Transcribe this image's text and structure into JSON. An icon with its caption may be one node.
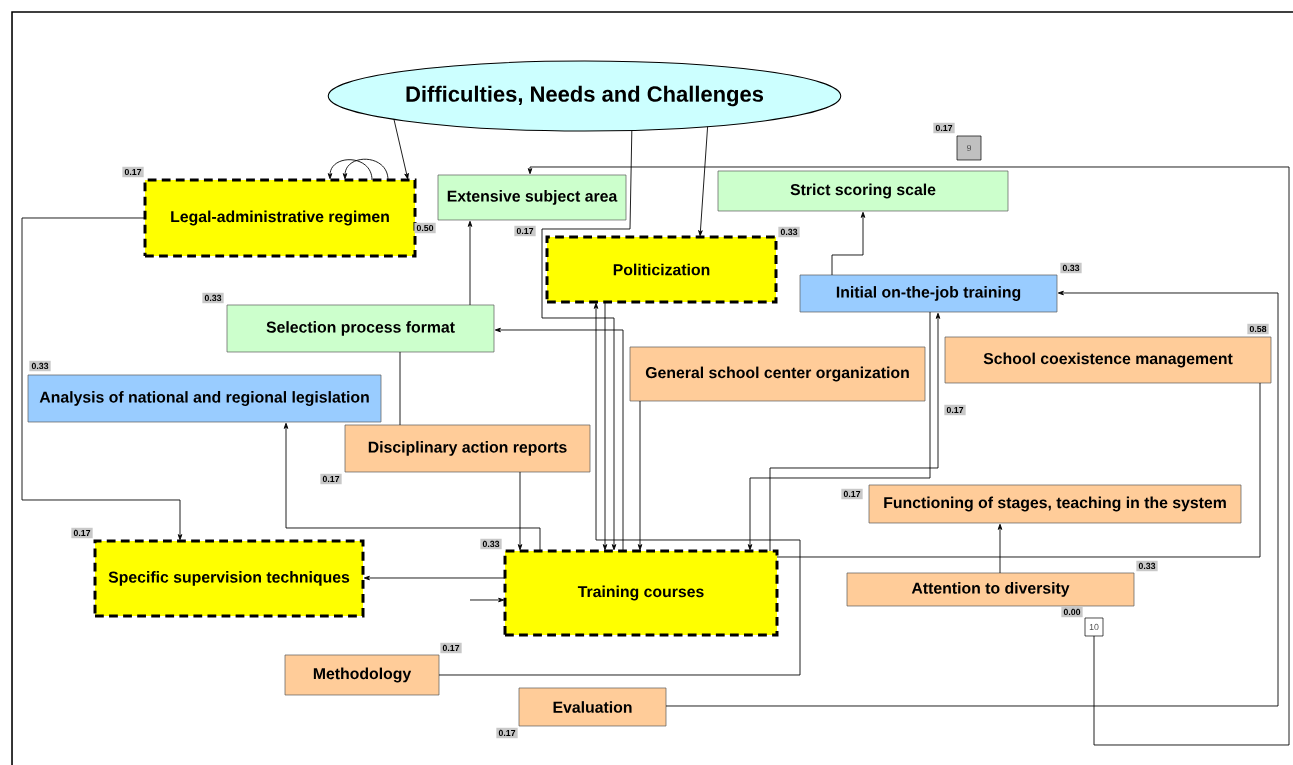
{
  "diagram": {
    "nodes": [
      {
        "text": [
          "Difficulties, Needs and Challenges"
        ]
      },
      {
        "text": [
          "Legal-administrative regimen"
        ],
        "beside": [
          "0.17",
          "0.50"
        ]
      },
      {
        "text": [
          "Extensive subject area"
        ],
        "beside": [
          "0.17"
        ]
      },
      {
        "text": [
          "Strict scoring scale"
        ]
      },
      {
        "text": [
          "Politicization"
        ],
        "beside": [
          "0.33"
        ]
      },
      {
        "text": [
          "Initial on-the-job training"
        ],
        "beside": [
          "0.33"
        ]
      },
      {
        "text": [
          "Selection process format"
        ],
        "beside": [
          "0.33"
        ]
      },
      {
        "text": [
          "General school center organization"
        ],
        "beside": [
          "0.17"
        ]
      },
      {
        "text": [
          "School coexistence management"
        ],
        "beside": [
          "0.58"
        ]
      },
      {
        "text": [
          "Analysis of national and regional legislation"
        ],
        "beside": [
          "0.33"
        ]
      },
      {
        "text": [
          "Disciplinary action reports"
        ],
        "beside": [
          "0.17"
        ]
      },
      {
        "text": [
          "Functioning of stages, teaching in the system"
        ],
        "beside": [
          "0.17"
        ]
      },
      {
        "text": [
          "Specific supervision techniques"
        ],
        "beside": [
          "0.17"
        ]
      },
      {
        "text": [
          "Training courses"
        ],
        "beside": [
          "0.33"
        ]
      },
      {
        "text": [
          "Attention to diversity"
        ],
        "beside": [
          "0.33"
        ]
      },
      {
        "text": [
          "Methodology"
        ],
        "beside": [
          "0.17"
        ]
      },
      {
        "text": [
          "Evaluation"
        ],
        "beside": [
          "0.17"
        ]
      },
      {
        "text": [
          "9"
        ],
        "beside": [
          "0.17"
        ]
      },
      {
        "text": [
          "10"
        ],
        "beside": [
          "0.00"
        ]
      }
    ],
    "edges": [
      {
        "from": 0,
        "to": 1,
        "arrow": "to"
      },
      {
        "from": 0,
        "to": 4,
        "arrow": "to"
      },
      {
        "from": 0,
        "to": 13,
        "arrow": "to"
      },
      {
        "from": 1,
        "to": 1,
        "arrow": "to"
      },
      {
        "from": 1,
        "to": 1,
        "arrow": "to"
      },
      {
        "from": 1,
        "to": 12,
        "arrow": "to"
      },
      {
        "from": 6,
        "to": 2,
        "arrow": "to"
      },
      {
        "from": 6,
        "to": 10,
        "arrow": "none"
      },
      {
        "from": 13,
        "to": 6,
        "arrow": "to"
      },
      {
        "from": 10,
        "to": 13,
        "arrow": "to"
      },
      {
        "from": 13,
        "to": 9,
        "arrow": "to"
      },
      {
        "from": 13,
        "to": 12,
        "arrow": "to"
      },
      {
        "from": 8,
        "to": 13,
        "arrow": "none"
      },
      {
        "from": null,
        "to": 13,
        "arrow": "to"
      },
      {
        "from": 5,
        "to": 13,
        "arrow": "to"
      },
      {
        "from": 5,
        "to": 3,
        "arrow": "to"
      },
      {
        "from": 7,
        "to": 13,
        "arrow": "to"
      },
      {
        "from": 13,
        "to": 5,
        "arrow": "to"
      },
      {
        "from": 16,
        "to": 5,
        "arrow": "to"
      },
      {
        "from": 15,
        "to": 4,
        "arrow": "to"
      },
      {
        "from": 14,
        "to": 11,
        "arrow": "to"
      },
      {
        "from": 18,
        "to": 2,
        "arrow": "to"
      },
      {
        "from": 4,
        "to": 13,
        "arrow": "to"
      }
    ]
  }
}
